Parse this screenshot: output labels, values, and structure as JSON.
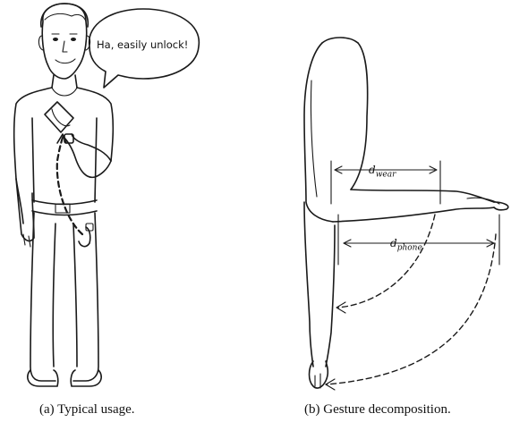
{
  "panel_a": {
    "caption": "(a) Typical usage.",
    "speech_bubble": "Ha, easily unlock!"
  },
  "panel_b": {
    "caption": "(b) Gesture decomposition.",
    "label_wear": {
      "base": "d",
      "sub": "wear"
    },
    "label_phone": {
      "base": "d",
      "sub": "phone"
    }
  }
}
